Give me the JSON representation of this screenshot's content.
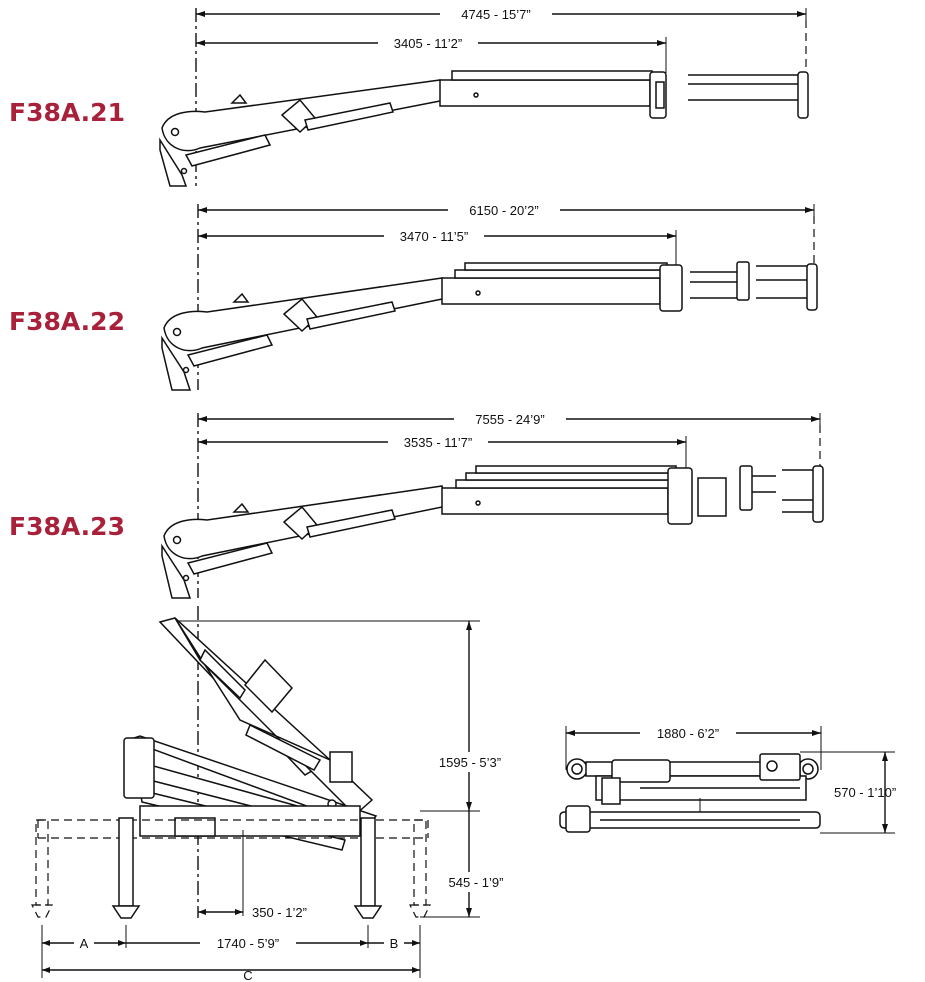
{
  "models": [
    {
      "label": "F38A.21",
      "dim_total": "4745 - 15’7”",
      "dim_inner": "3405 - 11’2”"
    },
    {
      "label": "F38A.22",
      "dim_total": "6150 - 20’2”",
      "dim_inner": "3470 - 11’5”"
    },
    {
      "label": "F38A.23",
      "dim_total": "7555 - 24’9”",
      "dim_inner": "3535 - 11’7”"
    }
  ],
  "base_view": {
    "height": "1595 - 5’3”",
    "leg_depth": "545 - 1’9”",
    "offset": "350 - 1’2”",
    "span": "1740 - 5’9”",
    "label_a": "A",
    "label_b": "B",
    "label_c": "C"
  },
  "side_view": {
    "width": "1880 - 6’2”",
    "height": "570 - 1’10”"
  }
}
